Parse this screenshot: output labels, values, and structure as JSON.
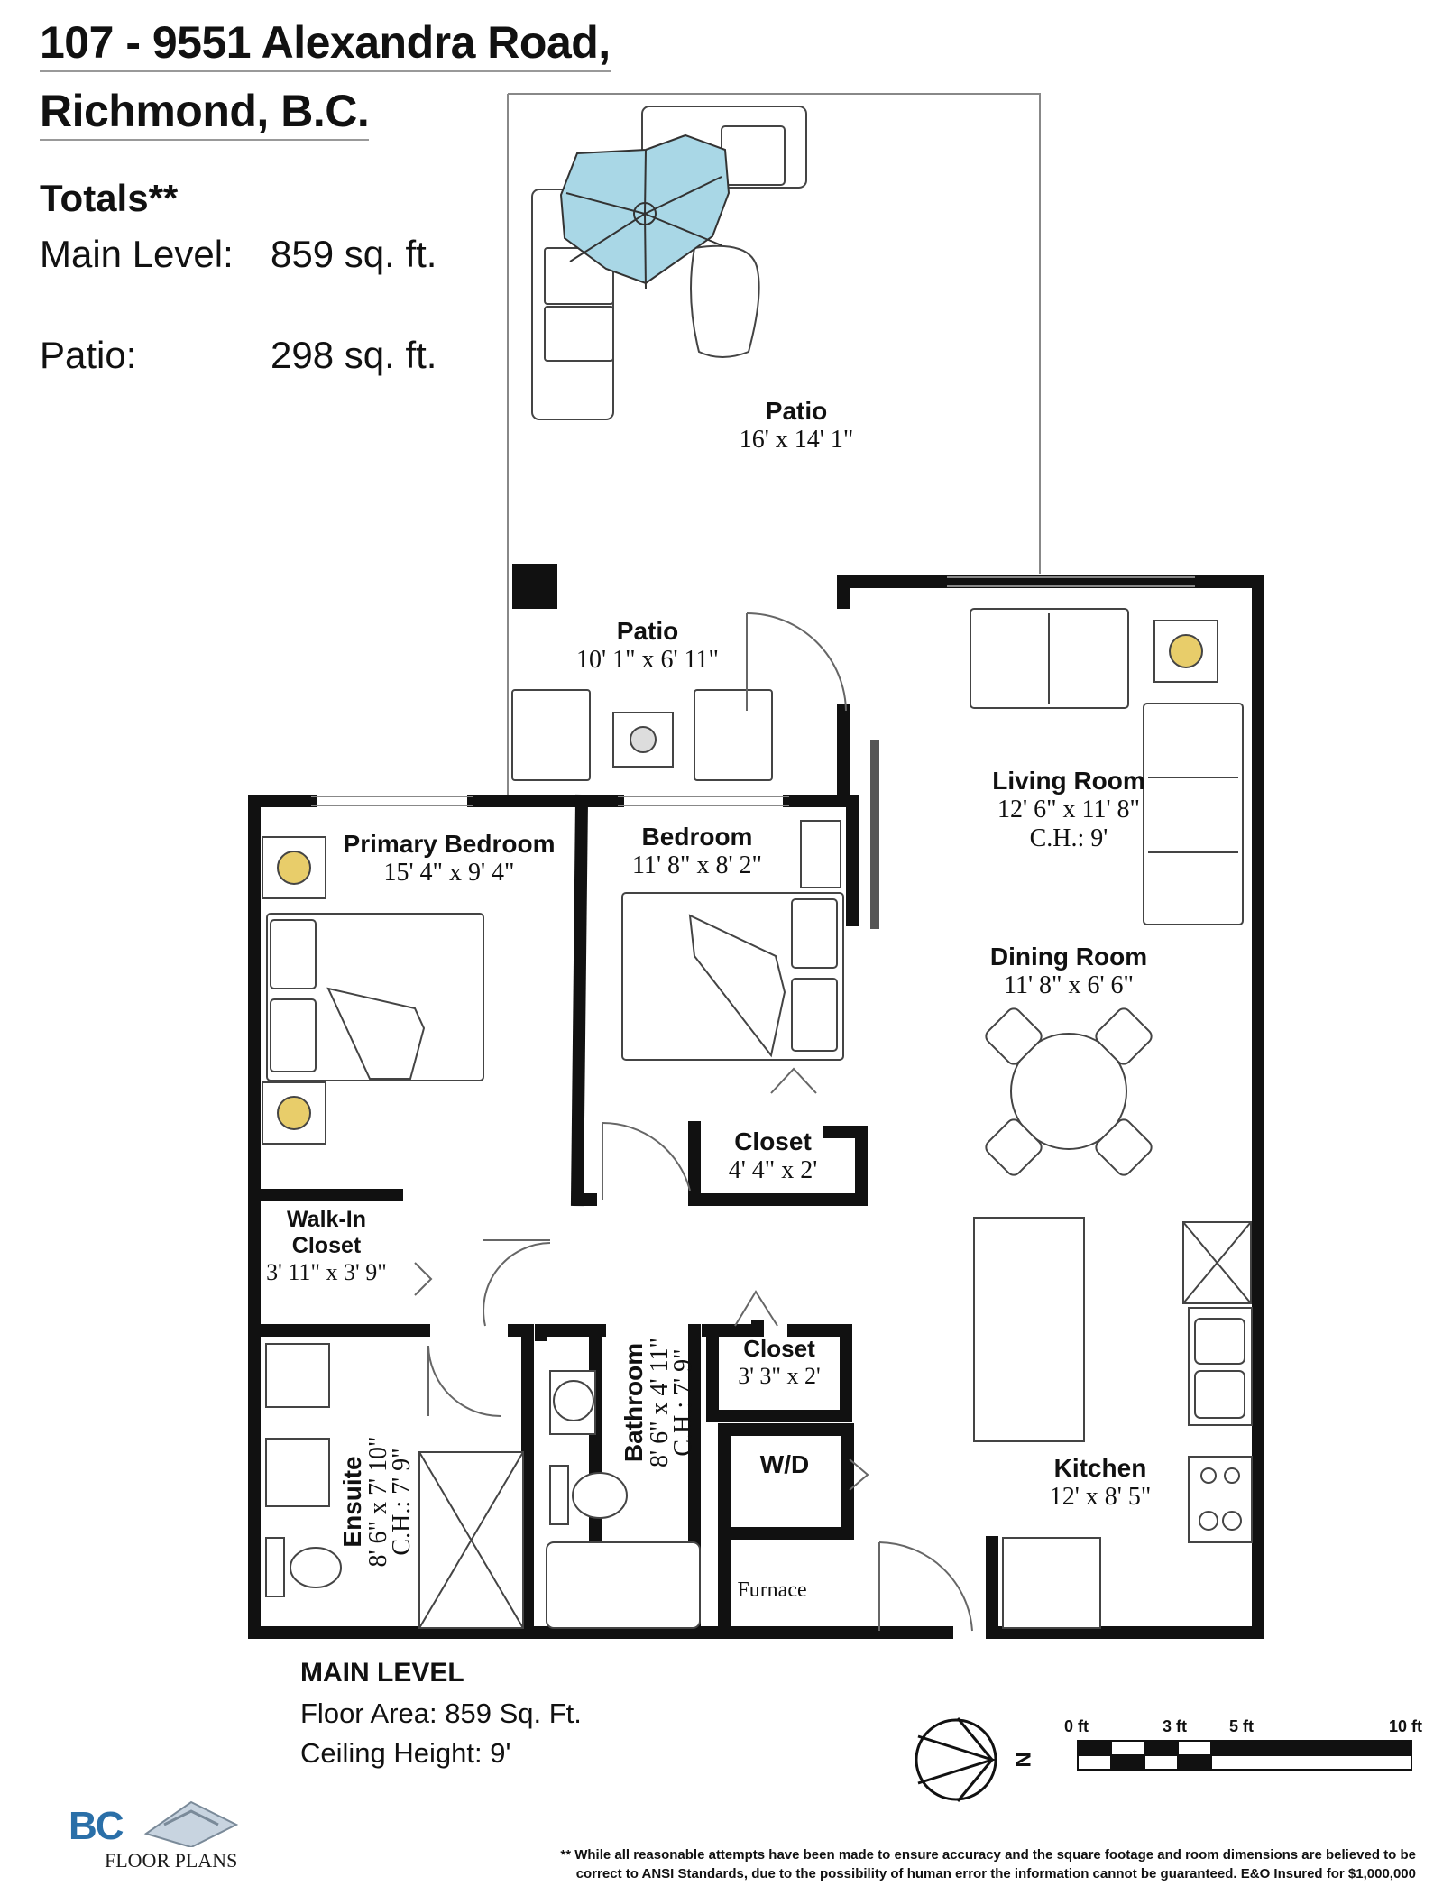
{
  "header": {
    "address_line1": "107 - 9551 Alexandra Road,",
    "address_line2": "Richmond, B.C."
  },
  "totals": {
    "heading": "Totals**",
    "rows": [
      {
        "label": "Main Level:",
        "value": "859 sq. ft."
      },
      {
        "label": "Patio:",
        "value": "298 sq. ft."
      }
    ]
  },
  "rooms": {
    "patio_upper": {
      "name": "Patio",
      "dims": "16' x 14' 1\""
    },
    "patio_lower": {
      "name": "Patio",
      "dims": "10' 1\" x 6' 11\""
    },
    "living_room": {
      "name": "Living Room",
      "dims": "12' 6\" x 11' 8\"",
      "ch": "C.H.: 9'"
    },
    "dining_room": {
      "name": "Dining Room",
      "dims": "11' 8\" x 6' 6\""
    },
    "primary_bedroom": {
      "name": "Primary Bedroom",
      "dims": "15' 4\" x 9' 4\""
    },
    "bedroom": {
      "name": "Bedroom",
      "dims": "11' 8\" x 8' 2\""
    },
    "closet_bedroom": {
      "name": "Closet",
      "dims": "4' 4\" x 2'"
    },
    "walk_in_closet": {
      "name_line1": "Walk-In",
      "name_line2": "Closet",
      "dims": "3' 11\" x 3' 9\""
    },
    "closet_hall": {
      "name": "Closet",
      "dims": "3' 3\" x 2'"
    },
    "ensuite": {
      "name": "Ensuite",
      "dims": "8' 6\" x 7' 10\"",
      "ch": "C.H.: 7' 9\""
    },
    "bathroom": {
      "name": "Bathroom",
      "dims": "8' 6\" x 4' 11\"",
      "ch": "C.H.: 7' 9\""
    },
    "wd": {
      "name": "W/D"
    },
    "furnace": {
      "name": "Furnace"
    },
    "kitchen": {
      "name": "Kitchen",
      "dims": "12' x 8' 5\""
    }
  },
  "main_level": {
    "heading": "MAIN LEVEL",
    "floor_area": "Floor Area: 859 Sq. Ft.",
    "ceiling_height": "Ceiling Height: 9'"
  },
  "compass": {
    "label": "N"
  },
  "scale_bar": {
    "labels": [
      "0 ft",
      "3 ft",
      "5 ft",
      "10 ft"
    ]
  },
  "logo": {
    "text_bc": "BC",
    "text_sub": "FLOOR PLANS"
  },
  "disclaimer": {
    "line1": "** While all reasonable attempts have been made to ensure accuracy and the square footage and room dimensions are believed to be",
    "line2": "correct to ANSI Standards, due to the possibility of human error the information cannot be guaranteed. E&O Insured for $1,000,000"
  },
  "colors": {
    "wall": "#111111",
    "umbrella": "#a9d7e6",
    "lamp": "#e8cd6a",
    "thin": "#888888"
  }
}
